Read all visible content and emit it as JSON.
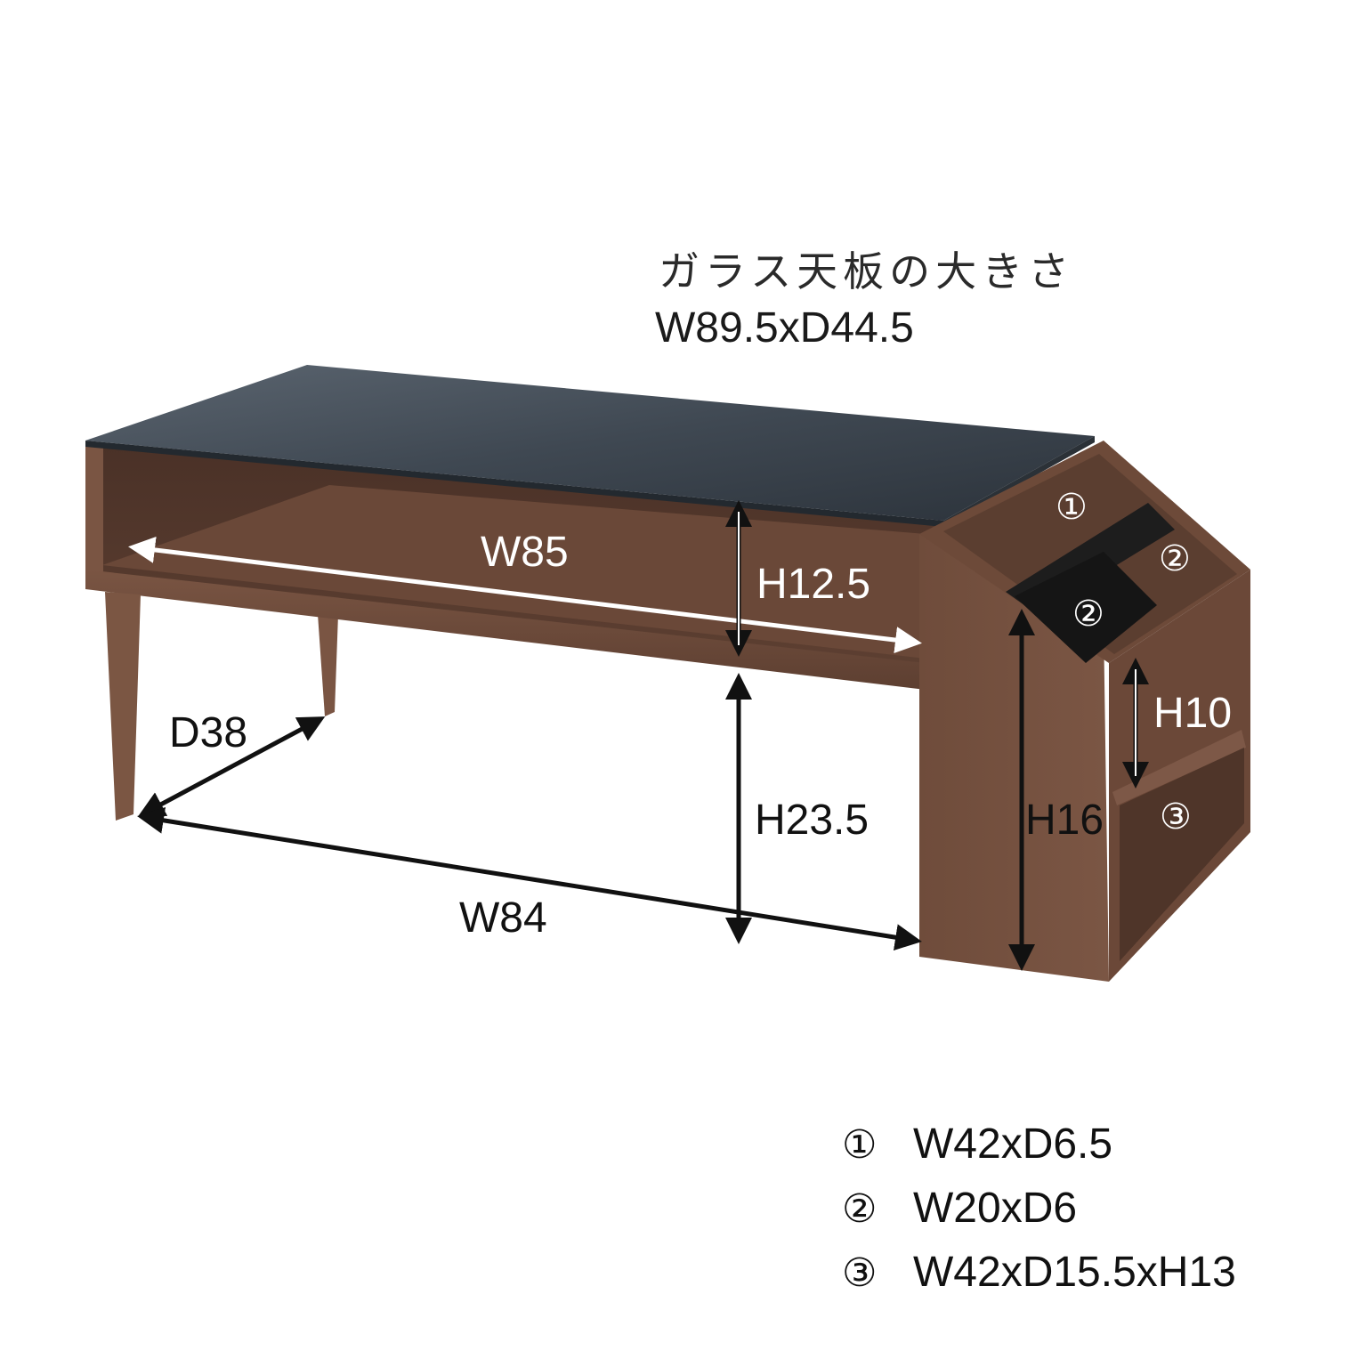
{
  "glass_top": {
    "title": "ガラス天板の大きさ",
    "size": "W89.5xD44.5"
  },
  "dimensions": {
    "shelf_width": "W85",
    "shelf_height": "H12.5",
    "leg_depth": "D38",
    "under_height": "H23.5",
    "base_width": "W84",
    "side_height": "H16",
    "slot_height": "H10"
  },
  "compartment_marks": {
    "c1": "①",
    "c2a": "②",
    "c2b": "②",
    "c3": "③"
  },
  "legend": [
    {
      "num": "①",
      "value": "W42xD6.5"
    },
    {
      "num": "②",
      "value": "W20xD6"
    },
    {
      "num": "③",
      "value": "W42xD15.5xH13"
    }
  ],
  "colors": {
    "walnut": "#6b4a3a",
    "walnut_dark": "#4e3428",
    "glass": "#3e4650",
    "background": "#ffffff"
  }
}
